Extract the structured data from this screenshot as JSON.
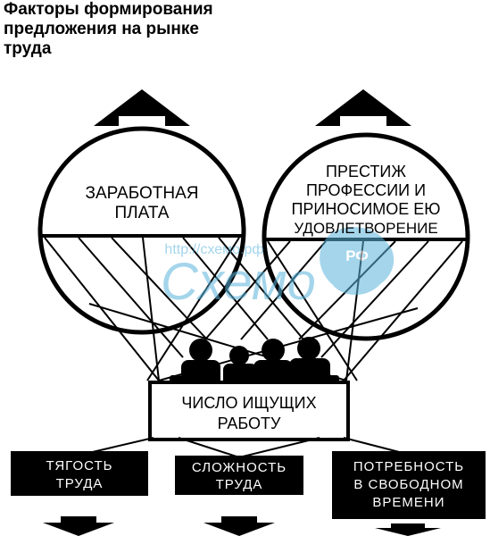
{
  "title": {
    "lines": [
      "Факторы формирования",
      "предложения  на  рынке",
      "труда"
    ]
  },
  "balloons": {
    "left": {
      "lines": [
        "ЗАРАБОТНАЯ",
        "ПЛАТА"
      ]
    },
    "right": {
      "lines": [
        "ПРЕСТИЖ",
        "ПРОФЕССИИ И",
        "ПРИНОСИМОЕ ЕЮ",
        "УДОВЛЕТВОРЕНИЕ"
      ]
    }
  },
  "basket": {
    "lines": [
      "ЧИСЛО ИЩУЩИХ",
      "РАБОТУ"
    ]
  },
  "weights": [
    {
      "lines": [
        "ТЯГОСТЬ",
        "ТРУДА"
      ]
    },
    {
      "lines": [
        "СЛОЖНОСТЬ",
        "ТРУДА"
      ]
    },
    {
      "lines": [
        "ПОТРЕБНОСТЬ",
        "В СВОБОДНОМ",
        "ВРЕМЕНИ"
      ]
    }
  ],
  "watermark": {
    "url": "http://схемо.рф",
    "word": "Схемо",
    "badge": "РФ"
  },
  "colors": {
    "ink": "#000000",
    "paper": "#ffffff",
    "watermark": "#5ab4dc"
  }
}
